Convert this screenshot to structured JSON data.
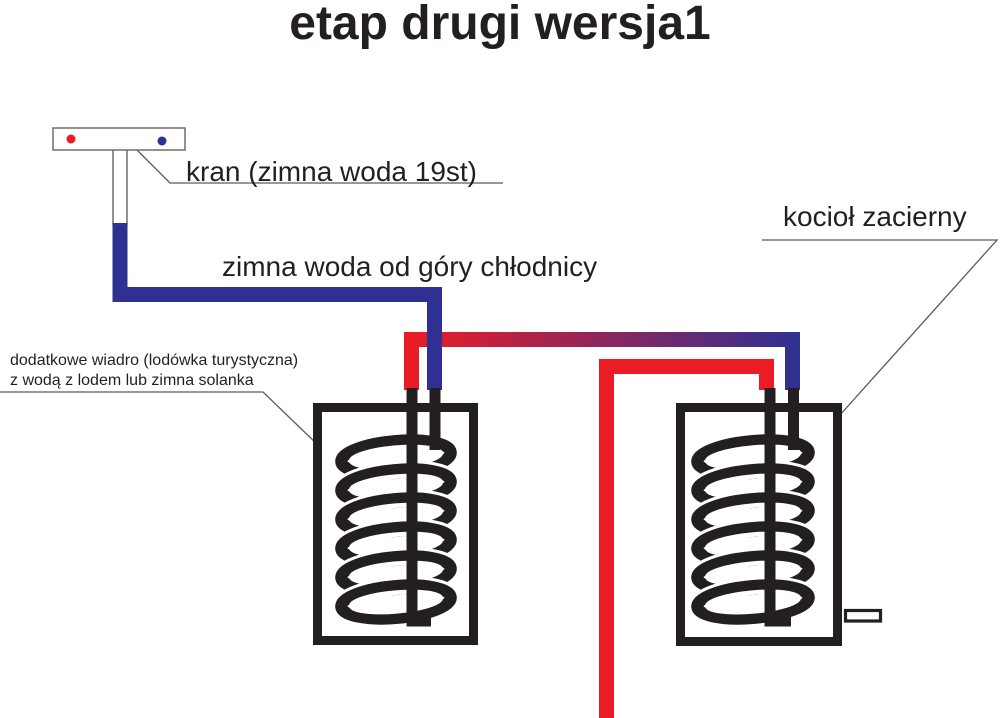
{
  "title": "etap drugi wersja1",
  "labels": {
    "faucet": "kran (zimna woda 19st)",
    "cold_water": "zimna woda od góry chłodnicy",
    "kettle": "kocioł zacierny",
    "bucket_line1": "dodatkowe wiadro (lodówka turystyczna)",
    "bucket_line2": "z wodą z lodem lub zimna solanka"
  },
  "colors": {
    "hot": "#ED1C24",
    "cold": "#2E3192",
    "ink": "#231F20",
    "callout": "#5b5b5b",
    "faucet_border": "#6e6e6e",
    "white": "#ffffff"
  }
}
